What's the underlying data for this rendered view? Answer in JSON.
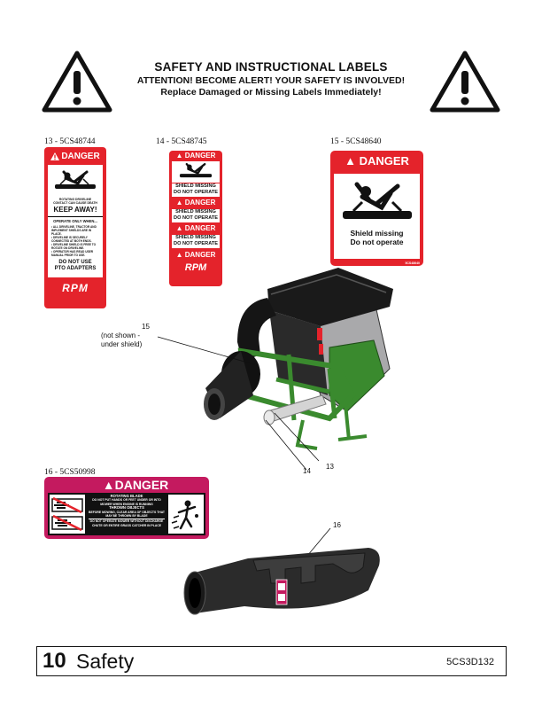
{
  "header": {
    "title": "SAFETY AND INSTRUCTIONAL LABELS",
    "line2": "ATTENTION! BECOME ALERT! YOUR SAFETY IS INVOLVED!",
    "line3": "Replace Damaged or Missing Labels Immediately!"
  },
  "labels": {
    "l13": {
      "caption": "13 - 5CS48744",
      "danger": "DANGER",
      "line_a": "ROTATING DRIVELINE",
      "line_b": "CONTACT CAN CAUSE DEATH",
      "keep_away": "KEEP AWAY!",
      "operate": "OPERATE ONLY WHEN...",
      "item1": "• ALL DRIVELINE, TRACTOR AND IMPLEMENT SHIELDS ARE IN PLACE.",
      "item2": "• DRIVELINE IS SECURELY CONNECTED AT BOTH ENDS.",
      "item3": "• DRIVELINE SHIELD IS FREE TO ROTATE ON DRIVELINE.",
      "item4": "• OPERATOR HAS READ USER MANUAL PRIOR TO USE.",
      "do_not_use": "DO NOT USE",
      "pto_adapters": "PTO ADAPTERS",
      "brand": "RPM"
    },
    "l14": {
      "caption": "14 - 5CS48745",
      "danger": "DANGER",
      "shield_missing": "SHIELD MISSING",
      "do_not_operate": "DO NOT OPERATE",
      "brand": "RPM"
    },
    "l15": {
      "caption": "15 - 5CS48640",
      "danger": "DANGER",
      "line1": "Shield missing",
      "line2": "Do not operate",
      "code": "5CS48640"
    },
    "l16": {
      "caption": "16 - 5CS50998",
      "danger": "DANGER",
      "line1": "ROTATING BLADE",
      "line2": "DO NOT PUT HANDS OR FEET UNDER OR INTO MOWER WHEN ENGINE IS RUNNING",
      "line3": "THROWN OBJECTS",
      "line4": "BEFORE MOWING, CLEAR AREA OF OBJECTS THAT MAY BE THROWN BY BLADE",
      "line5": "DO NOT OPERATE MOWER WITHOUT DISCHARGE CHUTE OR ENTIRE GRASS CATCHER IN PLACE"
    }
  },
  "callouts": {
    "c15": "15",
    "c15_note1": "(not shown -",
    "c15_note2": "under shield)",
    "c14": "14",
    "c13": "13",
    "c16": "16"
  },
  "footer": {
    "page_number": "10",
    "section": "Safety",
    "doc_code": "5CS3D132"
  },
  "colors": {
    "danger_red": "#e4232b",
    "magenta": "#c41a5f",
    "machine_green": "#3a8a2e"
  }
}
